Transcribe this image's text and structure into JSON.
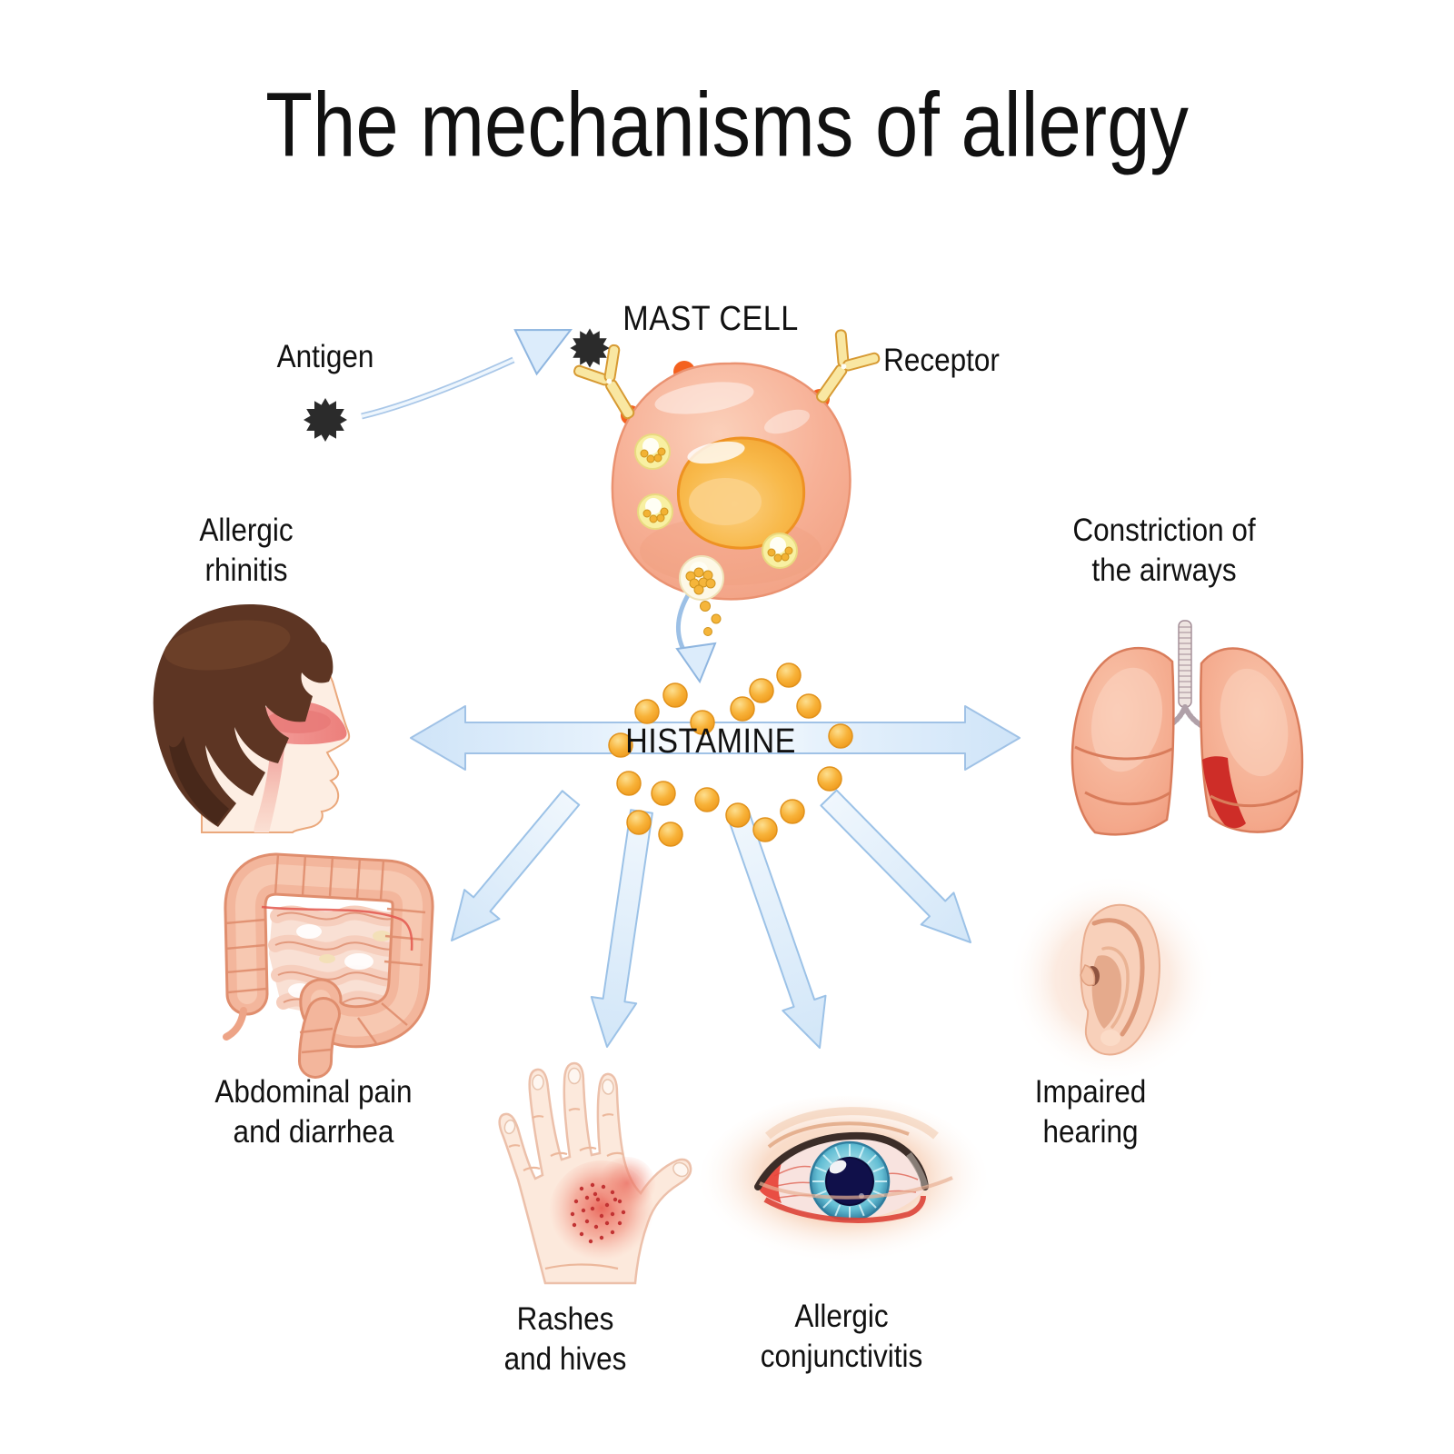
{
  "title": "The mechanisms of allergy",
  "mechanism": {
    "antigen_label": "Antigen",
    "mast_cell_label": "MAST CELL",
    "receptor_label": "Receptor",
    "histamine_label": "HISTAMINE",
    "icons": [
      "antigen-icon",
      "antigen-binding-arrow-icon",
      "mast-cell-icon",
      "receptor-icon",
      "nucleus-icon",
      "granule-vesicle-icon",
      "degranulation-icon",
      "histamine-release-arrow-icon",
      "histamine-granules-icon"
    ]
  },
  "symptoms": [
    {
      "id": "rhinitis",
      "label": "Allergic\nrhinitis",
      "icon": "head-profile-icon"
    },
    {
      "id": "airways",
      "label": "Constriction of\nthe airways",
      "icon": "lungs-icon"
    },
    {
      "id": "abdominal",
      "label": "Abdominal pain\nand diarrhea",
      "icon": "intestines-icon"
    },
    {
      "id": "rashes",
      "label": "Rashes\nand hives",
      "icon": "hand-rash-icon"
    },
    {
      "id": "conjunctivitis",
      "label": "Allergic\nconjunctivitis",
      "icon": "eye-icon"
    },
    {
      "id": "hearing",
      "label": "Impaired\nhearing",
      "icon": "ear-icon"
    }
  ],
  "colors": {
    "background": "#ffffff",
    "text": "#111111",
    "arrow_fill": "#dcecfa",
    "arrow_stroke": "#9dc1e7",
    "histamine_granule": "#f8b33a",
    "mast_cell_body": "#f7b197",
    "mast_cell_nucleus": "#f6ab31",
    "receptor_yellow": "#f9e7a2",
    "membrane_dot_orange": "#f4611f",
    "inflamed_red": "#ce2d28",
    "skin": "#fce9dc",
    "hair_brown": "#5d3523",
    "iris_blue": "#63bed4"
  }
}
